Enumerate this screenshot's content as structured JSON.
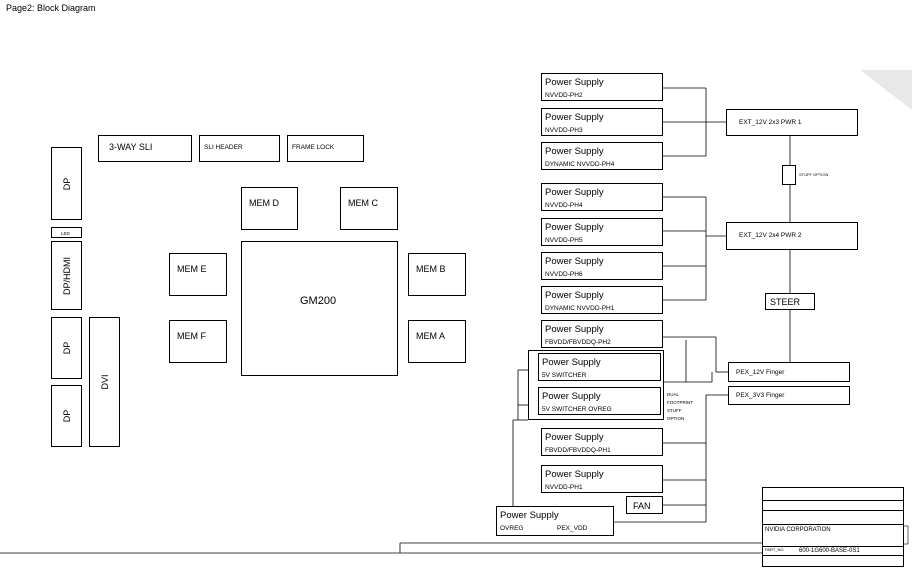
{
  "page_title": "Page2: Block Diagram",
  "top_boxes": {
    "three_way_sli": "3-WAY SLI",
    "sli_header": "SLI HEADER",
    "frame_lock": "FRAME LOCK"
  },
  "gpu": "GM200",
  "memory": {
    "d": "MEM     D",
    "c": "MEM     C",
    "e": "MEM     E",
    "b": "MEM     B",
    "f": "MEM     F",
    "a": "MEM     A"
  },
  "connectors": {
    "dp1": "DP",
    "led": "LED",
    "dp_hdmi": "DP/HDMI",
    "dp2": "DP",
    "dp3": "DP",
    "dvi": "DVI"
  },
  "power_supplies": [
    {
      "title": "Power Supply",
      "sub": "NVVDD-PH2"
    },
    {
      "title": "Power Supply",
      "sub": "NVVDD-PH3"
    },
    {
      "title": "Power Supply",
      "sub": "DYNAMIC NVVDD-PH4"
    },
    {
      "title": "Power Supply",
      "sub": "NVVDD-PH4"
    },
    {
      "title": "Power Supply",
      "sub": "NVVDD-PH5"
    },
    {
      "title": "Power Supply",
      "sub": "NVVDD-PH6"
    },
    {
      "title": "Power Supply",
      "sub": "DYNAMIC NVVDD-PH1"
    },
    {
      "title": "Power Supply",
      "sub": "FBVDD/FBVDDQ-PH2"
    },
    {
      "title": "Power Supply",
      "sub": "5V SWITCHER"
    },
    {
      "title": "Power Supply",
      "sub": "5V SWITCHER OVREG"
    },
    {
      "title": "Power Supply",
      "sub": "FBVDD/FBVDDQ-PH1"
    },
    {
      "title": "Power Supply",
      "sub": "NVVDD-PH1"
    }
  ],
  "ovreg_box": {
    "title": "Power Supply",
    "left": "OVREG",
    "right": "PEX_VDD"
  },
  "fan": "FAN",
  "dual_footprint": "DUAL\nFOOTPRINT\nSTUFF\nOPTION",
  "stuff_option": "STUFF OPTION",
  "right_boxes": {
    "ext_2x3": "EXT_12V 2x3 PWR 1",
    "ext_2x4": "EXT_12V 2x4 PWR 2",
    "steer": "STEER",
    "pex_12v": "PEX_12V Finger",
    "pex_3v3": "PEX_3V3 Finger"
  },
  "title_block": {
    "company": "NVIDIA CORPORATION",
    "part_number": "600-1G600-BASE-0S1",
    "rev_label": "PART_NO"
  }
}
